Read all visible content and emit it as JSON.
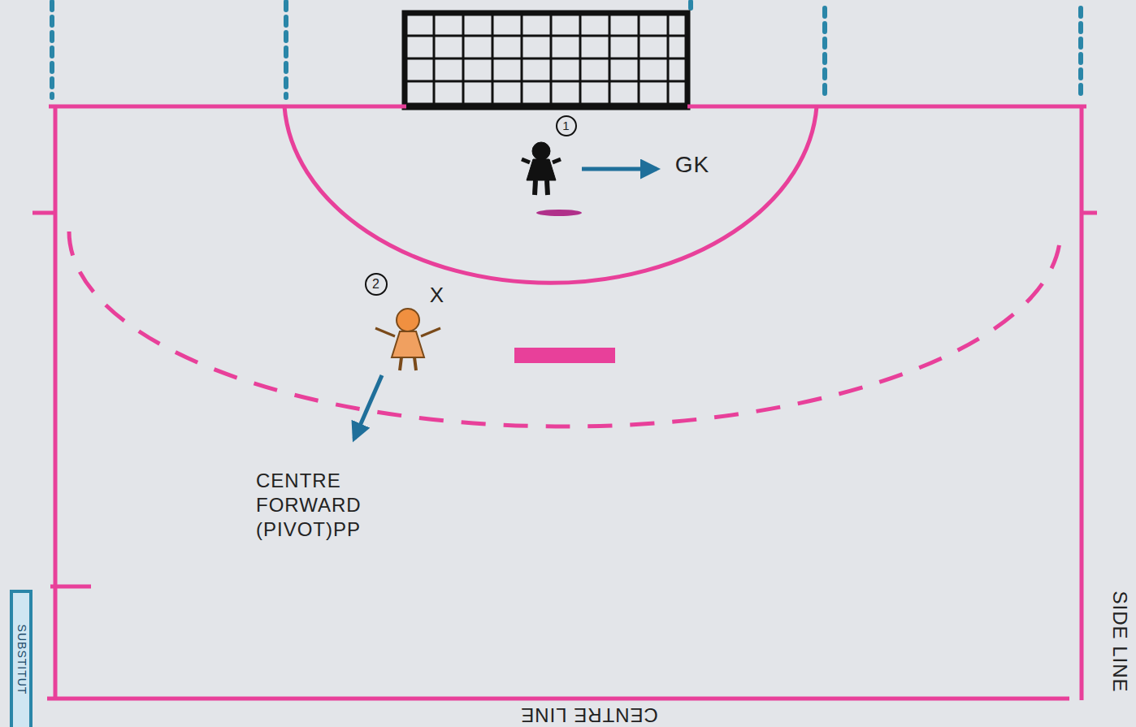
{
  "diagram": {
    "labels": [
      "1",
      "GK",
      "2",
      "X",
      "CENTRE FORWARD (PIVOT)PP",
      "SUBSTITUT",
      "SIDE LINE",
      "CENTRE LINE"
    ]
  }
}
